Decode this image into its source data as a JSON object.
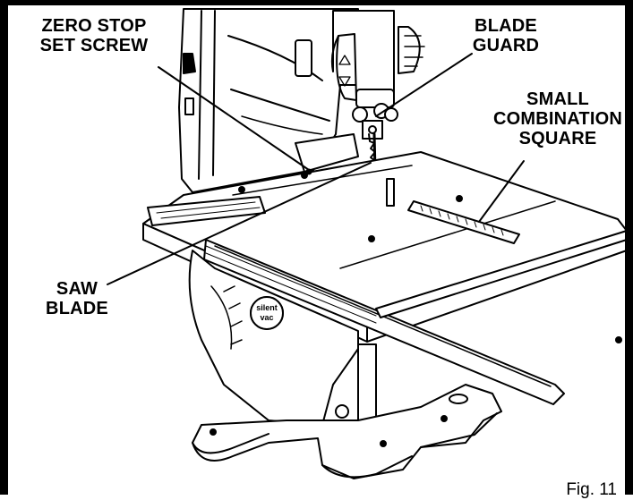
{
  "labels": {
    "zero_stop": [
      "ZERO STOP",
      "SET SCREW"
    ],
    "blade_guard": [
      "BLADE",
      "GUARD"
    ],
    "combination_square": [
      "SMALL",
      "COMBINATION",
      "SQUARE"
    ],
    "saw_blade": [
      "SAW",
      "BLADE"
    ],
    "fig": "Fig. 11"
  },
  "badge": [
    "silent",
    "vac"
  ]
}
